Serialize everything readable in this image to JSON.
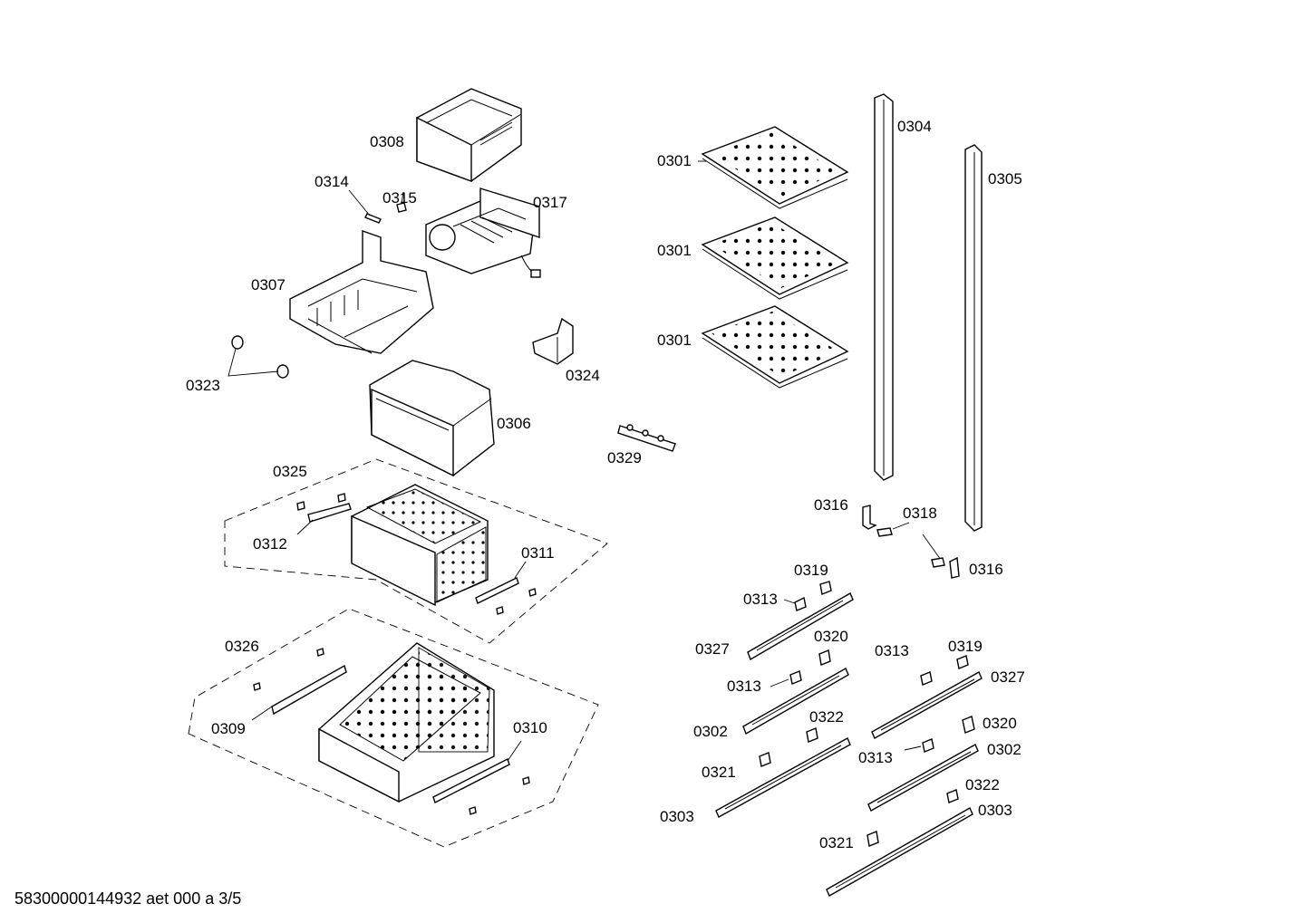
{
  "diagram": {
    "labels": {
      "l0301a": "0301",
      "l0301b": "0301",
      "l0301c": "0301",
      "l0302a": "0302",
      "l0302b": "0302",
      "l0303a": "0303",
      "l0303b": "0303",
      "l0304": "0304",
      "l0305": "0305",
      "l0306": "0306",
      "l0307": "0307",
      "l0308": "0308",
      "l0309": "0309",
      "l0310": "0310",
      "l0311": "0311",
      "l0312": "0312",
      "l0313a": "0313",
      "l0313b": "0313",
      "l0313c": "0313",
      "l0313d": "0313",
      "l0314": "0314",
      "l0315": "0315",
      "l0316a": "0316",
      "l0316b": "0316",
      "l0317": "0317",
      "l0318": "0318",
      "l0319a": "0319",
      "l0319b": "0319",
      "l0320a": "0320",
      "l0320b": "0320",
      "l0321a": "0321",
      "l0321b": "0321",
      "l0322a": "0322",
      "l0322b": "0322",
      "l0323": "0323",
      "l0324": "0324",
      "l0325": "0325",
      "l0326": "0326",
      "l0327a": "0327",
      "l0327b": "0327",
      "l0329": "0329"
    },
    "footer": "58300000144932 aet 000 a 3/5"
  }
}
